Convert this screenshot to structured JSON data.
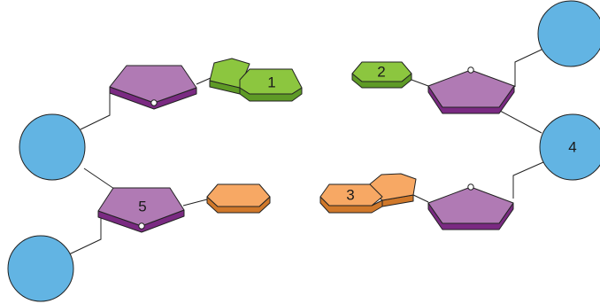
{
  "labels": {
    "one": "1",
    "two": "2",
    "three": "3",
    "four": "4",
    "five": "5"
  },
  "colors": {
    "phosphate": "#62b4e3",
    "sugar_top": "#b07ab4",
    "sugar_side": "#7a2a82",
    "purine_green": "#8cc63f",
    "pyrimidine_green": "#8cc63f",
    "base_side_green": "#5e9a26",
    "base_orange": "#f7a864",
    "base_side_orange": "#d0782a",
    "link_line": "#222222"
  }
}
